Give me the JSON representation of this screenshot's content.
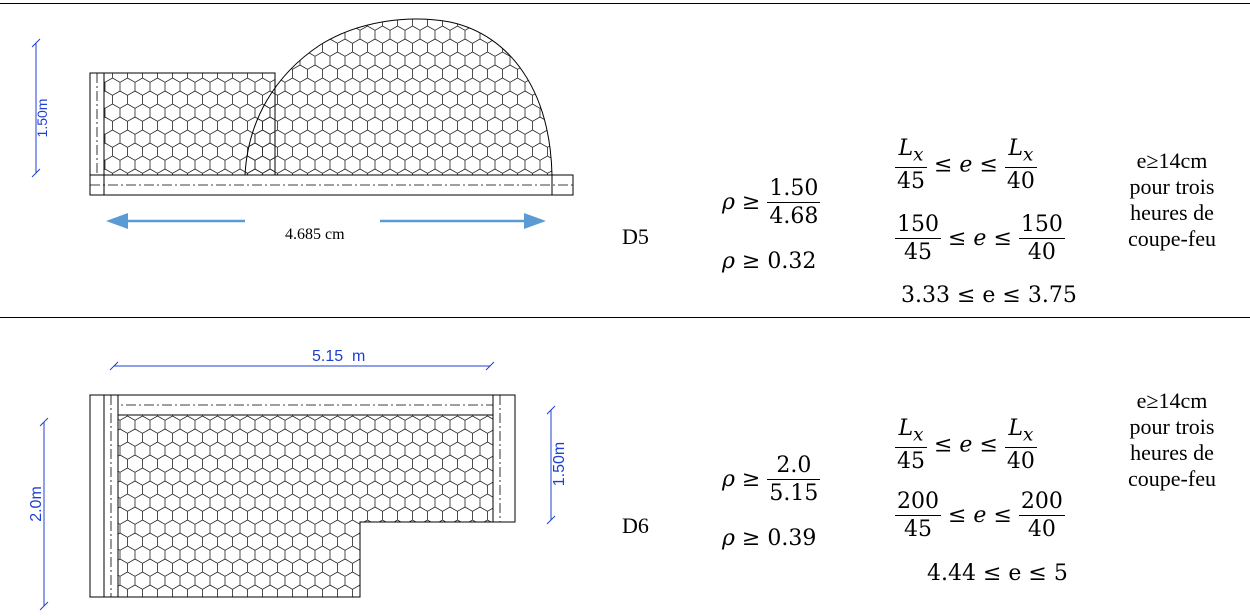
{
  "rows": [
    {
      "id": "D5",
      "dimension_width": "4.685 cm",
      "dimension_height": "1.50m",
      "rho_frac_num": "1.50",
      "rho_frac_den": "4.68",
      "rho_value": "0.32",
      "frac1_num": "L",
      "frac1_sub": "x",
      "frac1_den": "45",
      "frac2_num": "L",
      "frac2_sub": "x",
      "frac2_den": "40",
      "eq2_num_left": "150",
      "eq2_den_left": "45",
      "eq2_num_right": "150",
      "eq2_den_right": "40",
      "eq3": "3.33 ≤ e ≤ 3.75",
      "note_lines": [
        "e≥14cm",
        "pour trois",
        "heures de",
        "coupe-feu"
      ]
    },
    {
      "id": "D6",
      "dimension_width": "5.15  m",
      "dimension_height_left": "2.0m",
      "dimension_height_right": "1.50m",
      "rho_frac_num": "2.0",
      "rho_frac_den": "5.15",
      "rho_value": "0.39",
      "frac1_num": "L",
      "frac1_sub": "x",
      "frac1_den": "45",
      "frac2_num": "L",
      "frac2_sub": "x",
      "frac2_den": "40",
      "eq2_num_left": "200",
      "eq2_den_left": "45",
      "eq2_num_right": "200",
      "eq2_den_right": "40",
      "eq3": "4.44 ≤ e ≤ 5",
      "note_lines": [
        "e≥14cm",
        "pour trois",
        "heures de",
        "coupe-feu"
      ]
    }
  ],
  "colors": {
    "dimension_blue": "#1f3fd0",
    "arrow_blue": "#5b9bd5",
    "line": "#000000"
  }
}
